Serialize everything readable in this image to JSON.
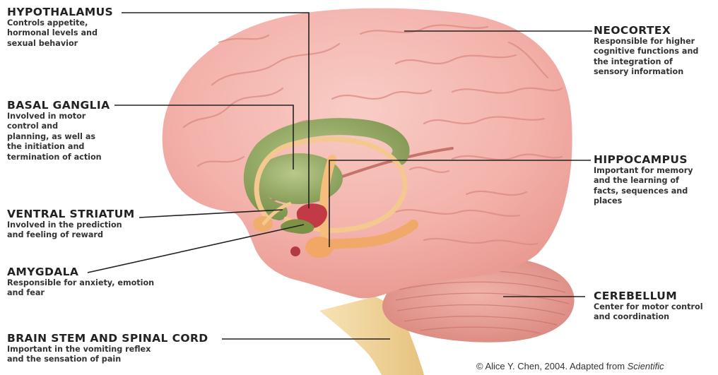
{
  "labels": {
    "hypothalamus": {
      "title": "HYPOTHALAMUS",
      "lines": [
        "Controls appetite,",
        "hormonal levels and",
        "sexual behavior"
      ]
    },
    "basal_ganglia": {
      "title": "BASAL GANGLIA",
      "lines": [
        "Involved in motor",
        "control and",
        "planning, as well as",
        "the initiation and",
        "termination of action"
      ]
    },
    "ventral_striatum": {
      "title": "VENTRAL STRIATUM",
      "lines": [
        "Involved in the prediction",
        "and feeling of reward"
      ]
    },
    "amygdala": {
      "title": "AMYGDALA",
      "lines": [
        "Responsible for anxiety, emotion",
        "and fear"
      ]
    },
    "brain_stem": {
      "title": "BRAIN STEM AND SPINAL CORD",
      "lines": [
        "Important in the vomiting reflex",
        "and the sensation of pain"
      ]
    },
    "neocortex": {
      "title": "NEOCORTEX",
      "lines": [
        "Responsible for higher",
        "cognitive functions and",
        "the integration of",
        "sensory information"
      ]
    },
    "hippocampus": {
      "title": "HIPPOCAMPUS",
      "lines": [
        "Important for memory",
        "and the learning of",
        "facts, sequences and",
        "places"
      ]
    },
    "cerebellum": {
      "title": "CEREBELLUM",
      "lines": [
        "Center for motor control",
        "and coordination"
      ]
    }
  },
  "credit": {
    "text": "© Alice Y. Chen, 2004. Adapted from ",
    "italic": "Scientific"
  },
  "colors": {
    "cortex": "#f3b2ab",
    "cortex_shade": "#e3918a",
    "cerebellum": "#e99e95",
    "stem": "#f2d59a",
    "basal_ganglia": "#9db26a",
    "hippocampus": "#f6bd7d",
    "amygdala": "#ef9a4e",
    "hypothalamus": "#c23a45",
    "ventral_striatum": "#7e9246",
    "leader": "#222222"
  }
}
